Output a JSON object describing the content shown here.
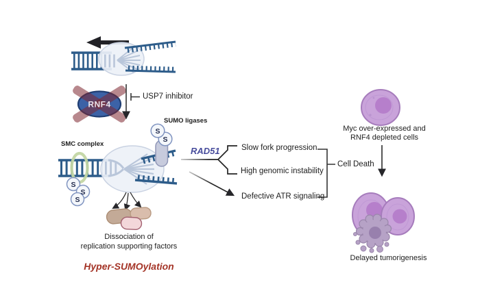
{
  "figure": {
    "labels": {
      "usp7_inhibitor": "USP7 inhibitor",
      "sumo_ligases": "SUMO ligases",
      "smc_complex": "SMC complex",
      "rad51": "RAD51",
      "cell_death": "Cell Death",
      "dissociation_line1": "Dissociation of",
      "dissociation_line2": "replication supporting factors",
      "hyper_sumoylation": "Hyper-SUMOylation",
      "myc_line1": "Myc over-expressed and",
      "myc_line2": "RNF4 depleted cells",
      "delayed_tumorigenesis": "Delayed tumorigenesis",
      "rnf4": "RNF4",
      "sumo_s": "S"
    },
    "outcomes": [
      "Slow fork progression",
      "High genomic instability",
      "Defective ATR signaling"
    ],
    "colors": {
      "dna_blue": "#2d5c8a",
      "light_strand": "#b9c6da",
      "bubble_fill": "#edf1f7",
      "rnf4_oval_blue": "#3c62a6",
      "cross_red": "rgba(125,38,48,0.55)",
      "hyper_red": "#a43427",
      "rad51_blue": "#474c9c",
      "cell_purple": "#c9a3da",
      "nucleus_purple": "#b67fcb",
      "apoptotic_gray": "#b6a2c6",
      "smc_green": "#c3d6a4",
      "sumo_circle_stroke": "#8094c0",
      "ligase_pill": "#c7cbdd",
      "factor_tan": "#c3aa97",
      "factor_pink": "#f3d7da",
      "connector_dark": "#333333"
    }
  }
}
